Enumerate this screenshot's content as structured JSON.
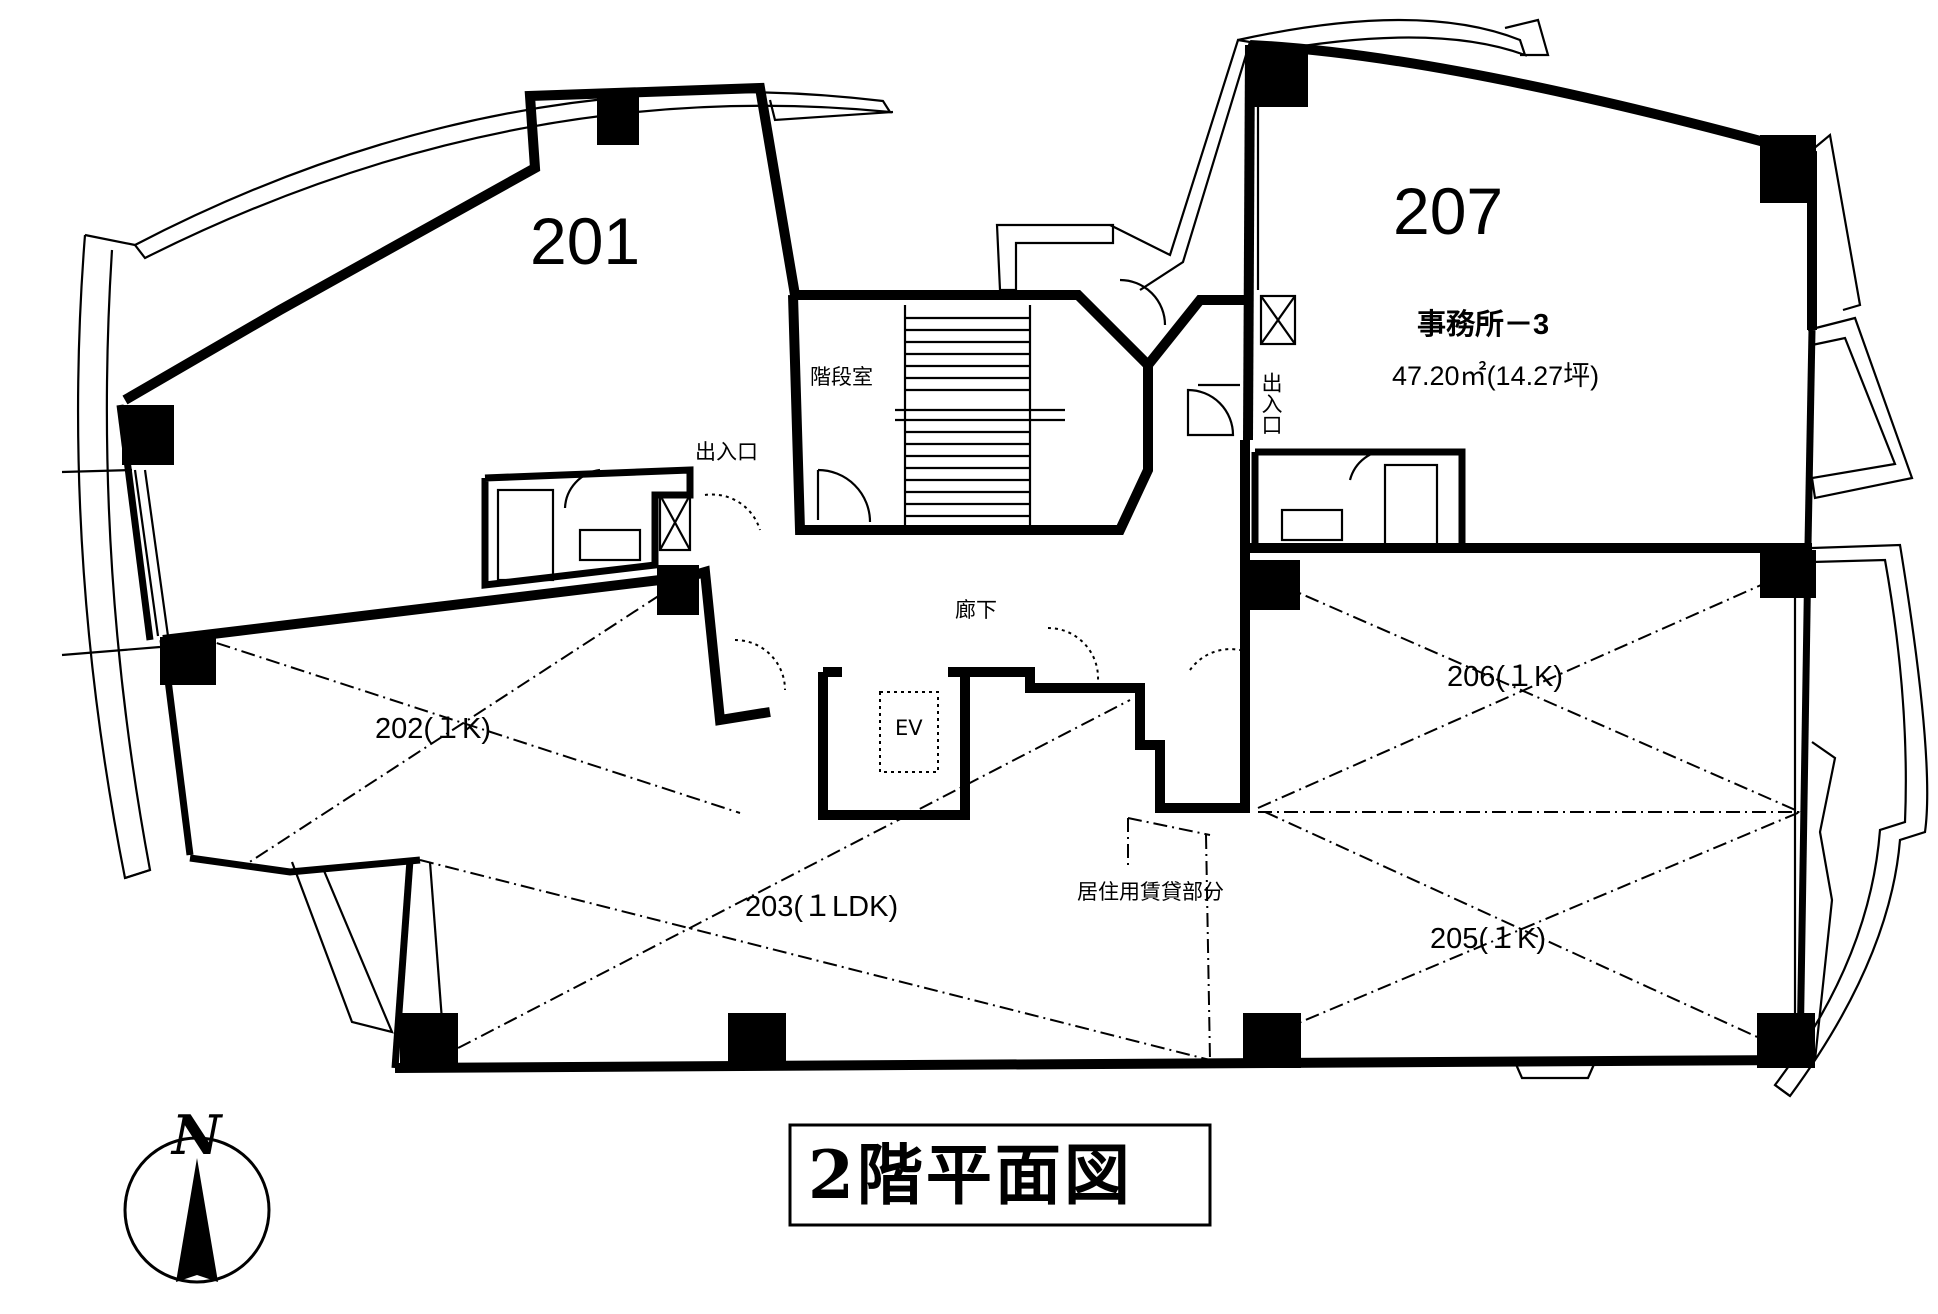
{
  "title": "2階平面図",
  "compass_label": "N",
  "units": {
    "u201": "201",
    "u207": "207",
    "u207_use": "事務所－3",
    "u207_area": "47.20㎡(14.27坪)",
    "u202": "202(１K)",
    "u203": "203(１LDK)",
    "u205": "205(１K)",
    "u206": "206(１K)"
  },
  "labels": {
    "stair_room": "階段室",
    "entrance_201": "出入口",
    "entrance_207": "出入口",
    "corridor": "廊下",
    "elevator": "EV",
    "residential_lease": "居住用賃貸部分"
  }
}
